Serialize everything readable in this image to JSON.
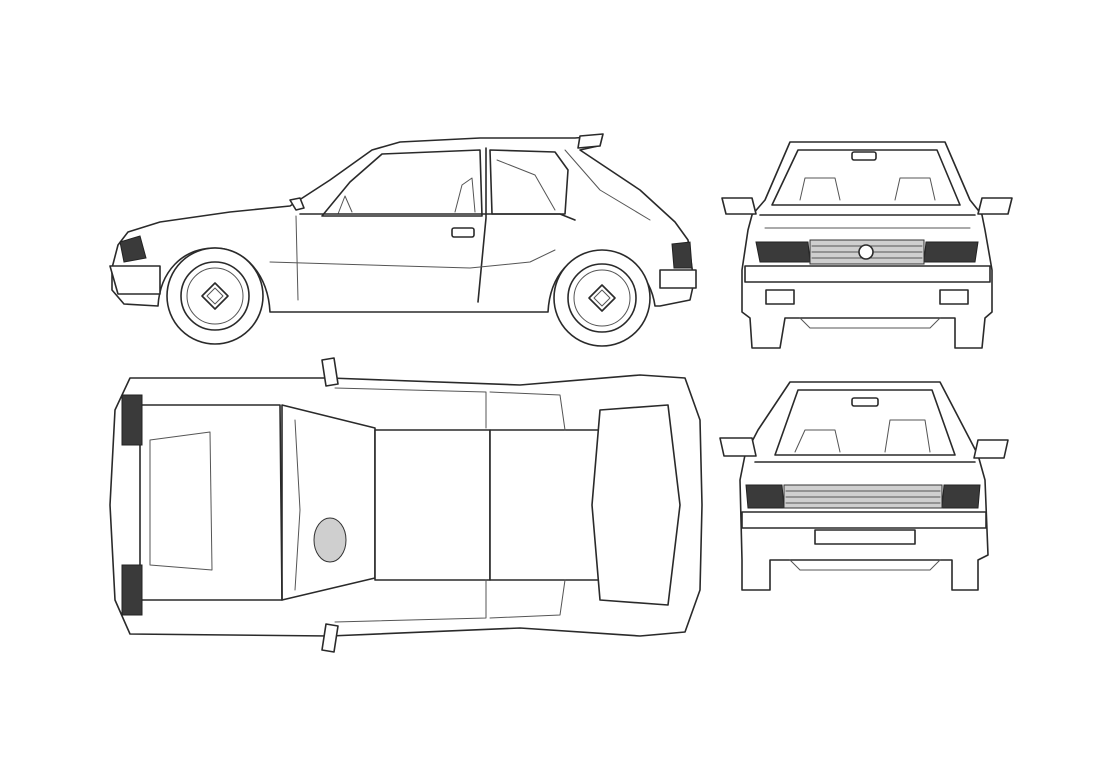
{
  "drawing": {
    "subject": "hatchback car",
    "style": "line-art blueprint",
    "background": "#ffffff",
    "line_color": "#2a2a2a",
    "views": [
      {
        "name": "side-view"
      },
      {
        "name": "front-view"
      },
      {
        "name": "top-view"
      },
      {
        "name": "rear-view"
      }
    ]
  }
}
